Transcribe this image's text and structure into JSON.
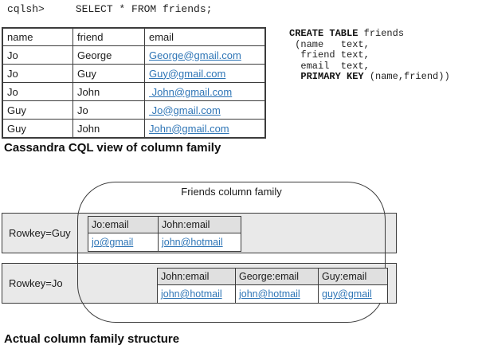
{
  "code_line": "cqlsh>     SELECT * FROM friends;",
  "cql_table": {
    "headers": [
      "name",
      "friend",
      "email"
    ],
    "rows": [
      {
        "name": "Jo",
        "friend": "George",
        "email": "George@gmail.com"
      },
      {
        "name": "Jo",
        "friend": "Guy",
        "email": "Guy@gmail.com"
      },
      {
        "name": "Jo",
        "friend": "John",
        "email": " John@gmail.com"
      },
      {
        "name": "Guy",
        "friend": "Jo",
        "email": " Jo@gmail.com"
      },
      {
        "name": "Guy",
        "friend": "John",
        "email": "John@gmail.com"
      }
    ]
  },
  "ddl": {
    "line1_kw": "CREATE TABLE",
    "line1_rest": " friends",
    "line2": " (name   text,",
    "line3": "  friend text,",
    "line4": "  email  text,",
    "line5_pre": "  ",
    "line5_kw": "PRIMARY KEY",
    "line5_rest": " (name,friend))"
  },
  "caption_top": "Cassandra CQL view of column family",
  "caption_bottom": "Actual column family structure",
  "family_diagram": {
    "title": "Friends column family",
    "rows": [
      {
        "rowkey": "Rowkey=Guy",
        "columns": [
          {
            "header": "Jo:email",
            "value": "jo@gmail"
          },
          {
            "header": "John:email",
            "value": "john@hotmail"
          }
        ]
      },
      {
        "rowkey": "Rowkey=Jo",
        "columns": [
          {
            "header": "John:email",
            "value": "john@hotmail"
          },
          {
            "header": "George:email",
            "value": "john@hotmail"
          },
          {
            "header": "Guy:email",
            "value": "guy@gmail"
          }
        ]
      }
    ]
  },
  "colors": {
    "link_blue": "#2e75b6",
    "band_fill": "#e9e9e9",
    "inner_header_fill": "#e0e0e0",
    "border": "#3c3c3c"
  }
}
